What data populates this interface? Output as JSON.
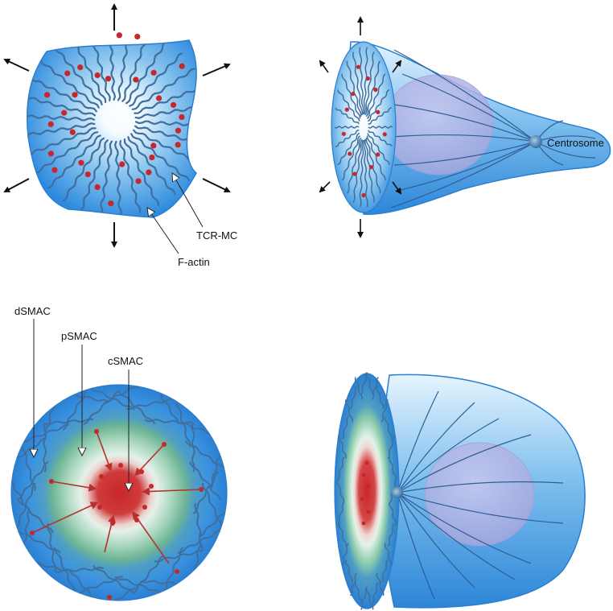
{
  "labels": {
    "tcr_mc": "TCR-MC",
    "f_actin": "F-actin",
    "centrosome": "Centrosome",
    "dsmac": "dSMAC",
    "psmac": "pSMAC",
    "csmac": "cSMAC"
  },
  "colors": {
    "cell_blue": "#2f8ee0",
    "cell_light": "#cfe9fb",
    "actin": "#3f6f9f",
    "microcluster_red": "#c7272a",
    "psmac_green": "#7dbe9c",
    "csmac_red": "#c8262b",
    "nucleus": "#b7b7e4"
  }
}
